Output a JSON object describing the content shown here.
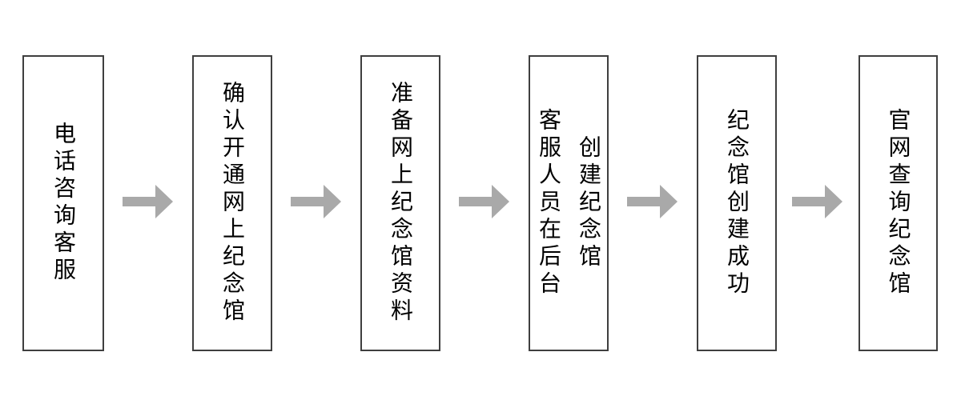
{
  "diagram": {
    "type": "flowchart",
    "direction": "left-to-right",
    "steps": [
      {
        "label": "电话咨询客服"
      },
      {
        "label": "确认开通网上纪念馆"
      },
      {
        "label": "准备网上纪念馆资料"
      },
      {
        "label": "客服人员在后台\n创建纪念馆"
      },
      {
        "label": "纪念馆创建成功"
      },
      {
        "label": "官网查询纪念馆"
      }
    ],
    "connector": "right-arrow",
    "colors": {
      "background": "#ffffff",
      "box_border": "#3f3f3f",
      "box_fill": "#ffffff",
      "text": "#000000",
      "arrow": "#a9a9a9"
    }
  }
}
